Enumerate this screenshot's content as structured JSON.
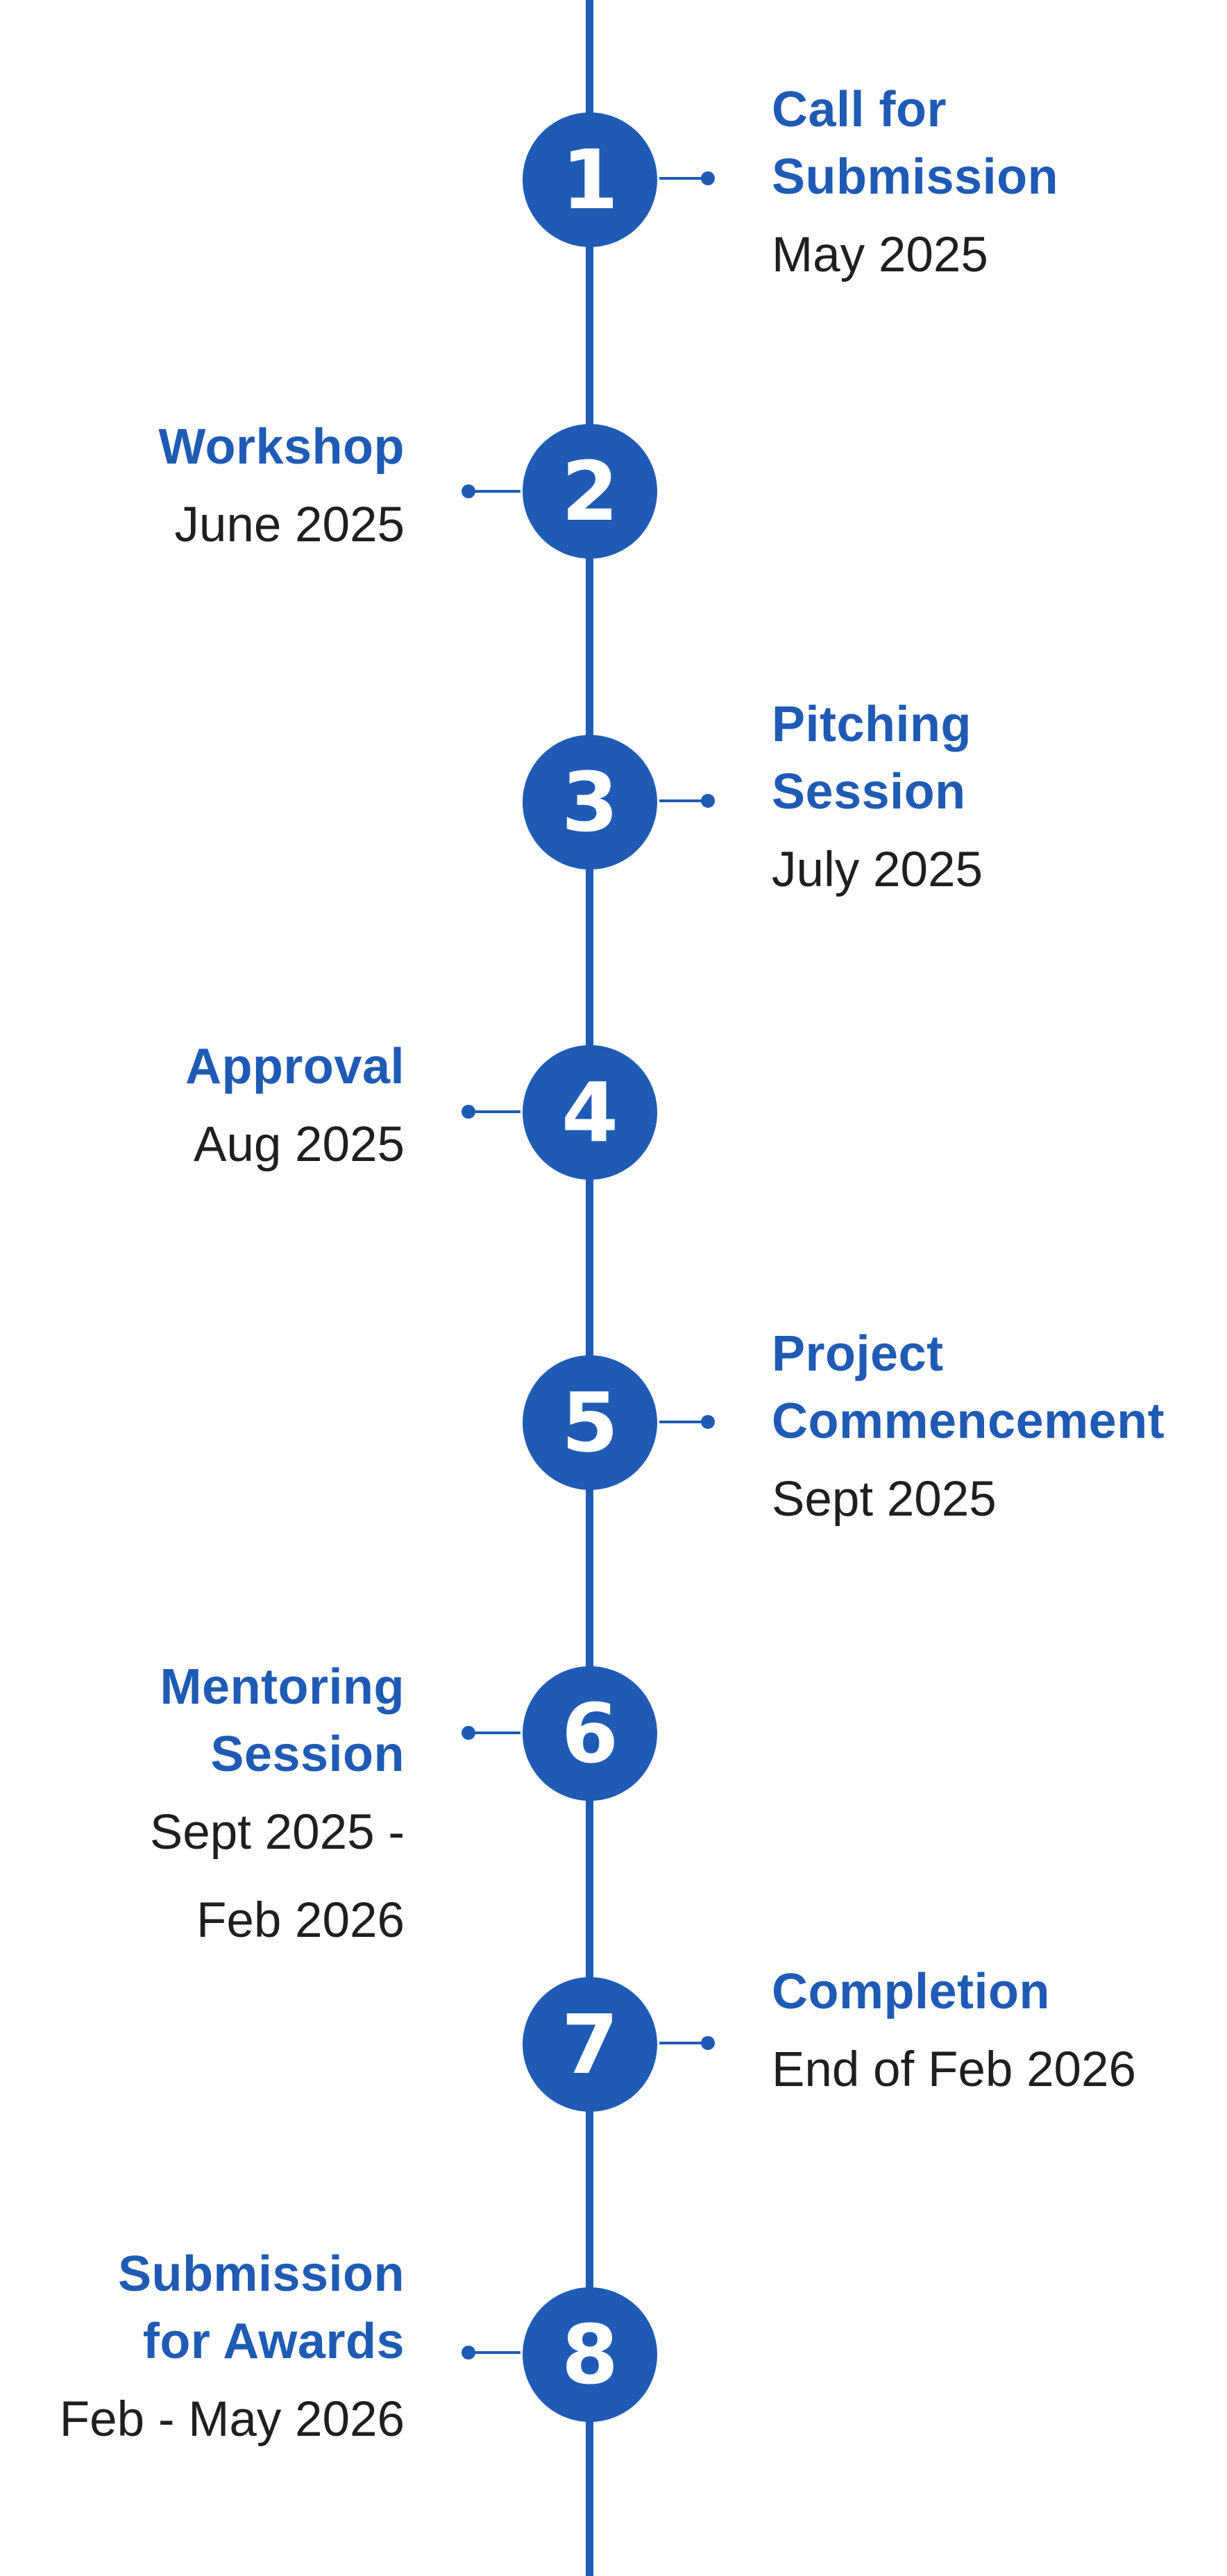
{
  "accent_color": "#1f5bb5",
  "text_color": "#1f1f1f",
  "milestones": [
    {
      "number": "1",
      "title": "Call for\nSubmission",
      "date": "May 2025",
      "side": "right"
    },
    {
      "number": "2",
      "title": "Workshop",
      "date": "June 2025",
      "side": "left"
    },
    {
      "number": "3",
      "title": "Pitching\nSession",
      "date": "July 2025",
      "side": "right"
    },
    {
      "number": "4",
      "title": "Approval",
      "date": "Aug 2025",
      "side": "left"
    },
    {
      "number": "5",
      "title": "Project\nCommencement",
      "date": "Sept 2025",
      "side": "right"
    },
    {
      "number": "6",
      "title": "Mentoring \nSession",
      "date": "Sept 2025 -\nFeb 2026",
      "side": "left"
    },
    {
      "number": "7",
      "title": "Completion",
      "date": "End of Feb 2026",
      "side": "right"
    },
    {
      "number": "8",
      "title": "Submission\nfor Awards",
      "date": "Feb - May 2026",
      "side": "left"
    }
  ]
}
